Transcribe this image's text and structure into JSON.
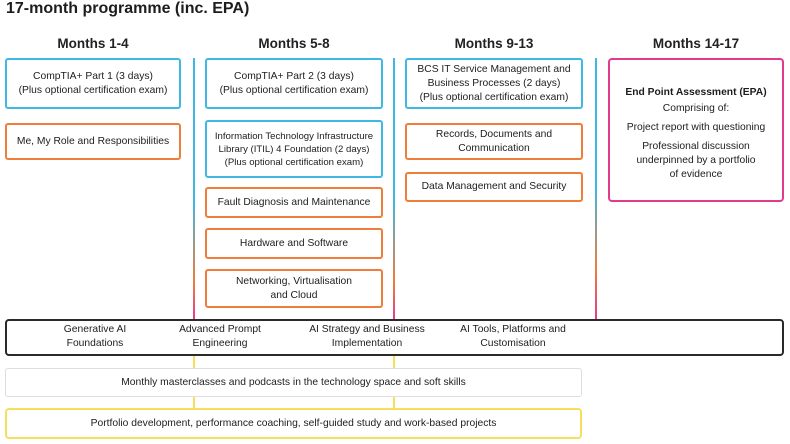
{
  "title": "17-month programme (inc. EPA)",
  "columns": [
    {
      "heading": "Months 1-4"
    },
    {
      "heading": "Months 5-8"
    },
    {
      "heading": "Months 9-13"
    },
    {
      "heading": "Months 14-17"
    }
  ],
  "col1": {
    "box1": {
      "line1": "CompTIA+ Part 1 (3 days)",
      "line2": "(Plus optional certification exam)"
    },
    "box2": "Me, My Role and Responsibilities"
  },
  "col2": {
    "box1": {
      "line1": "CompTIA+ Part 2 (3 days)",
      "line2": "(Plus optional certification exam)"
    },
    "box2": {
      "line1": "Information Technology Infrastructure",
      "line2": "Library (ITIL) 4 Foundation (2 days)",
      "line3": "(Plus optional certification exam)"
    },
    "box3": "Fault Diagnosis and Maintenance",
    "box4": "Hardware and Software",
    "box5": {
      "line1": "Networking, Virtualisation",
      "line2": "and Cloud"
    }
  },
  "col3": {
    "box1": {
      "line1": "BCS IT Service Management and",
      "line2": "Business Processes (2 days)",
      "line3": "(Plus optional certification exam)"
    },
    "box2": {
      "line1": "Records, Documents and",
      "line2": "Communication"
    },
    "box3": "Data Management and Security"
  },
  "col4": {
    "heading": "End Point Assessment (EPA)",
    "line1": "Comprising of:",
    "line2": "Project report with questioning",
    "line3": "Professional discussion",
    "line4": "underpinned by a portfolio",
    "line5": "of evidence"
  },
  "ai": [
    {
      "line1": "Generative AI",
      "line2": "Foundations"
    },
    {
      "line1": "Advanced Prompt",
      "line2": "Engineering"
    },
    {
      "line1": "AI Strategy and Business",
      "line2": "Implementation"
    },
    {
      "line1": "AI Tools, Platforms and",
      "line2": "Customisation"
    }
  ],
  "masterclasses": "Monthly masterclasses and podcasts in the technology space and soft skills",
  "portfolio": "Portfolio development, performance coaching, self-guided study and work-based projects",
  "colors": {
    "blue": "#3fb8e4",
    "orange": "#ef7d3c",
    "pink": "#e33b8c",
    "yellow": "#f6df5c",
    "dark": "#2a2a2a"
  }
}
